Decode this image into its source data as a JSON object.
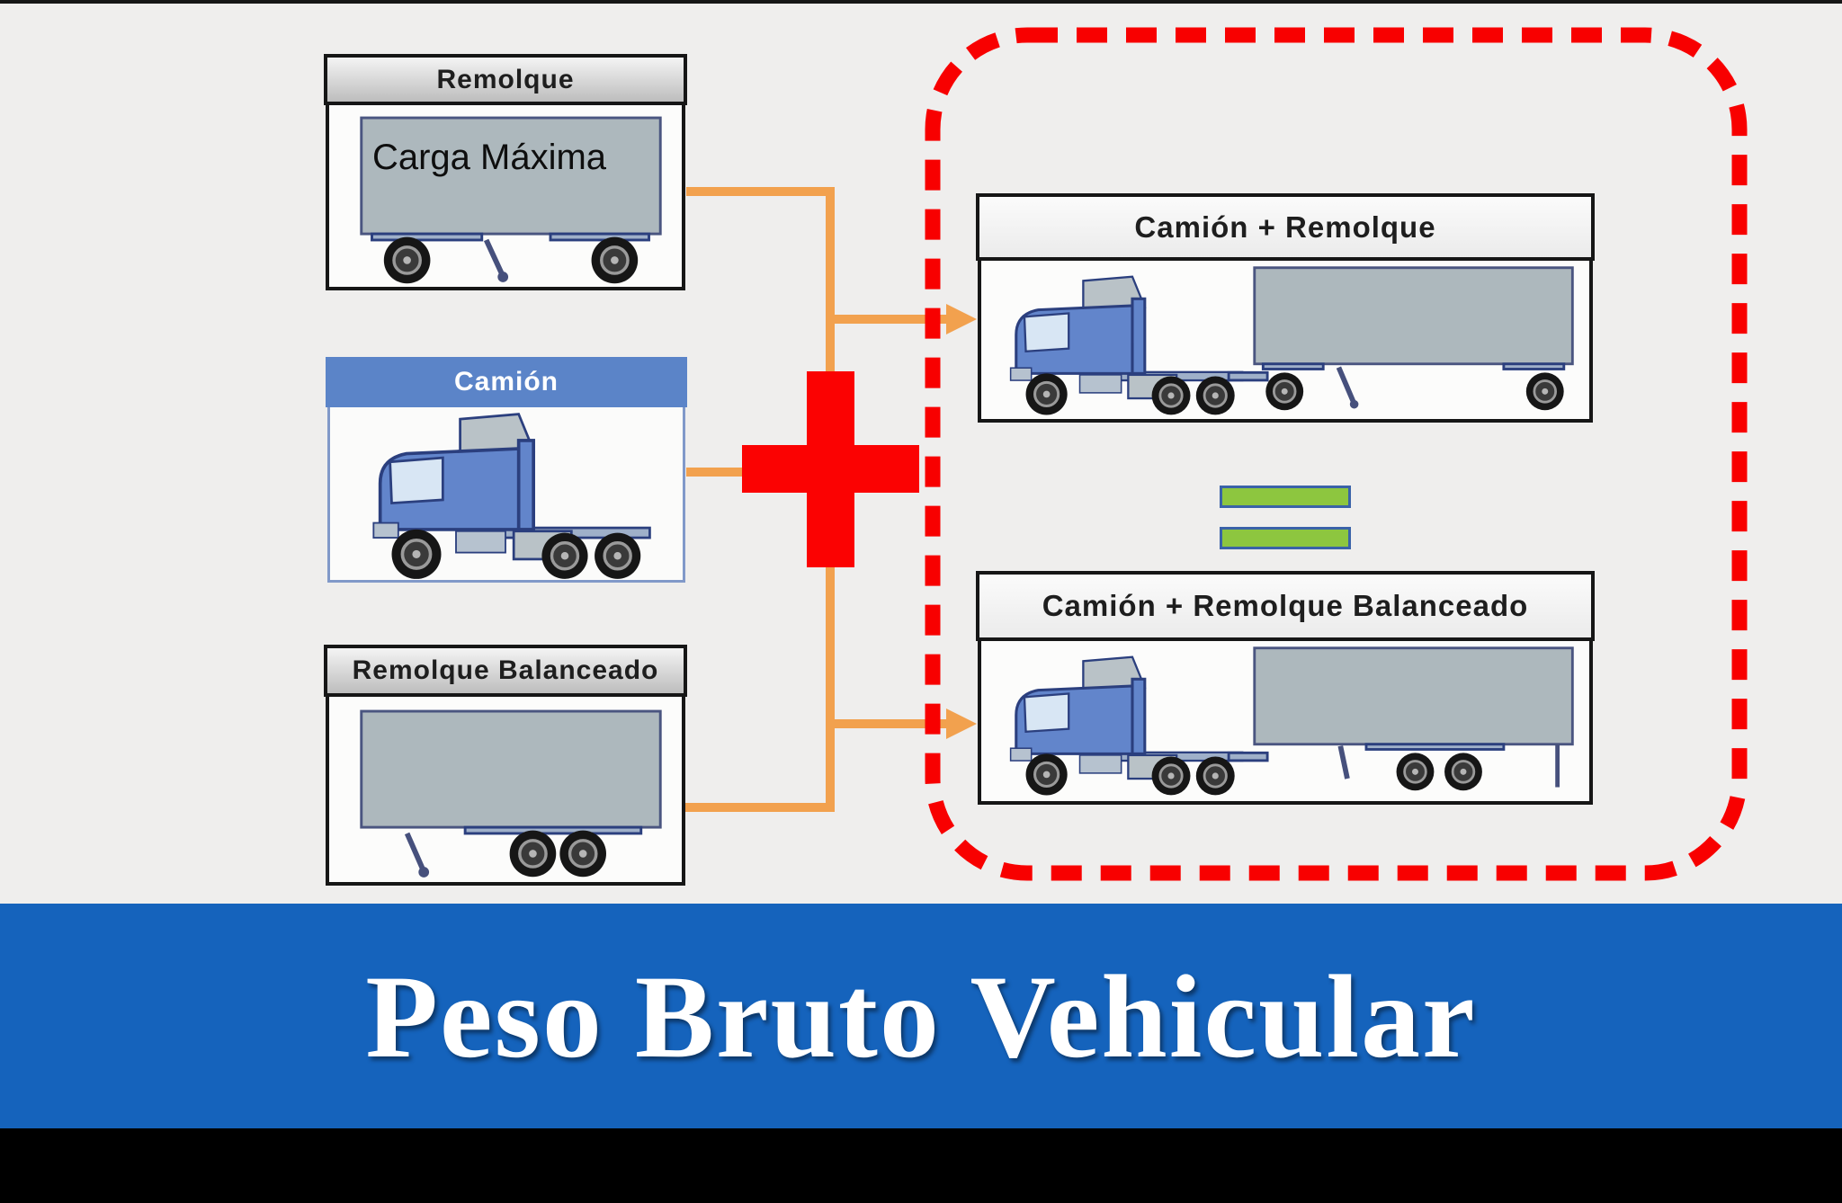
{
  "banner": {
    "title": "Peso Bruto Vehicular"
  },
  "sources": {
    "remolque": {
      "label": "Remolque",
      "cargo_label": "Carga Máxima"
    },
    "camion": {
      "label": "Camión"
    },
    "remolque_balanceado": {
      "label": "Remolque Balanceado"
    }
  },
  "results": {
    "camion_remolque": {
      "label": "Camión + Remolque"
    },
    "camion_remolque_balanceado": {
      "label": "Camión + Remolque Balanceado"
    }
  },
  "colors": {
    "page_bg": "#efeeed",
    "top_edge": "#161616",
    "bottom_bar": "#000000",
    "banner_bg": "#1563bc",
    "banner_text": "#ffffff",
    "header_text": "#1e1e1e",
    "camion_header_bg": "#5b84c8",
    "connector": "#f2a14e",
    "plus": "#fb0202",
    "equals_fill": "#8dc63f",
    "equals_border": "#3a62a8",
    "dashed_outline": "#f80000",
    "trailer_fill": "#adb8bd",
    "truck_blue": "#6285cb"
  }
}
